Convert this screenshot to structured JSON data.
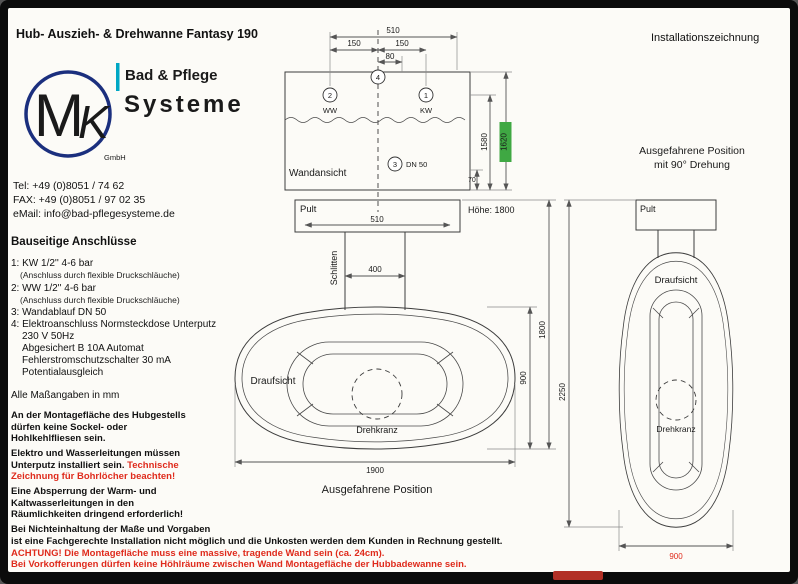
{
  "page": {
    "title": "Hub- Auszieh- & Drehwanne Fantasy 190",
    "doc_label": "Installationszeichnung"
  },
  "logo": {
    "monogram_m": "M",
    "monogram_k": "K",
    "gmbh": "GmbH",
    "line1": "Bad & Pflege",
    "line2": "Systeme",
    "navy": "#1b2f7e",
    "teal": "#00a7c4"
  },
  "contact": {
    "tel": "Tel: +49 (0)8051 / 74 62",
    "fax": "FAX: +49 (0)8051 / 97 02 35",
    "email": "eMail: info@bad-pflegesysteme.de"
  },
  "connections": {
    "heading": "Bauseitige Anschlüsse",
    "item1": "1: KW 1/2'' 4-6 bar",
    "item1_sub": "(Anschluss durch flexible Druckschläuche)",
    "item2": "2: WW 1/2'' 4-6 bar",
    "item2_sub": "(Anschluss durch flexible Druckschläuche)",
    "item3": "3: Wandablauf DN 50",
    "item4": "4: Elektroanschluss Normsteckdose Unterputz",
    "item4_sub1": "230 V 50Hz",
    "item4_sub2": "Abgesichert B 10A Automat",
    "item4_sub3": "Fehlerstromschutzschalter 30 mA",
    "item4_sub4": "Potentialausgleich"
  },
  "units_note": "Alle Maßangaben in mm",
  "notes": {
    "n1": "An der Montagefläche des Hubgestells dürfen keine Sockel- oder Hohlkehlfliesen sein.",
    "n2_black": "Elektro und Wasserleitungen müssen Unterputz installiert sein. ",
    "n2_red": "Technische Zeichnung für Bohrlöcher beachten!",
    "n3": "Eine Absperrung der Warm- und Kaltwasserleitungen in den Räumlichkeiten dringend erforderlich!",
    "n4_line1": "Bei Nichteinhaltung der Maße und Vorgaben",
    "n4_line2": "ist eine Fachgerechte Installation nicht möglich und die Unkosten werden dem Kunden in Rechnung gestellt.",
    "n5": "ACHTUNG! Die Montagefläche muss eine massive, tragende Wand sein (ca. 24cm).",
    "n6": "Bei Vorkofferungen dürfen keine Höhlräume zwischen Wand Montagefläche der Hubbadewanne sein."
  },
  "wall_view": {
    "label": "Wandansicht",
    "dim_510": "510",
    "dim_150_left": "150",
    "dim_150_right": "150",
    "dim_80": "80",
    "dim_1580": "1580",
    "dim_1620": "1620",
    "dim_70": "70",
    "marker1": "1",
    "marker1_label": "KW",
    "marker2": "2",
    "marker2_label": "WW",
    "marker3": "3",
    "marker3_label": "DN 50",
    "marker4": "4"
  },
  "plan_view": {
    "pult_label": "Pult",
    "dim_pult_510": "510",
    "height_label": "Höhe: 1800",
    "schlitten_label": "Schlitten",
    "dim_400": "400",
    "draufsicht_label": "Draufsicht",
    "drehkranz_label": "Drehkranz",
    "dim_900": "900",
    "dim_1800": "1800",
    "dim_1900": "1900",
    "caption": "Ausgefahrene Position"
  },
  "rotated_view": {
    "title_line1": "Ausgefahrene Position",
    "title_line2": "mit 90° Drehung",
    "pult_label": "Pult",
    "draufsicht_label": "Draufsicht",
    "drehkranz_label": "Drehkranz",
    "dim_2250": "2250",
    "dim_900": "900"
  },
  "colors": {
    "warning_red": "#df2b1c",
    "highlight_green": "#3fa843",
    "logo_navy": "#1b2f7e",
    "logo_teal": "#00a7c4"
  }
}
